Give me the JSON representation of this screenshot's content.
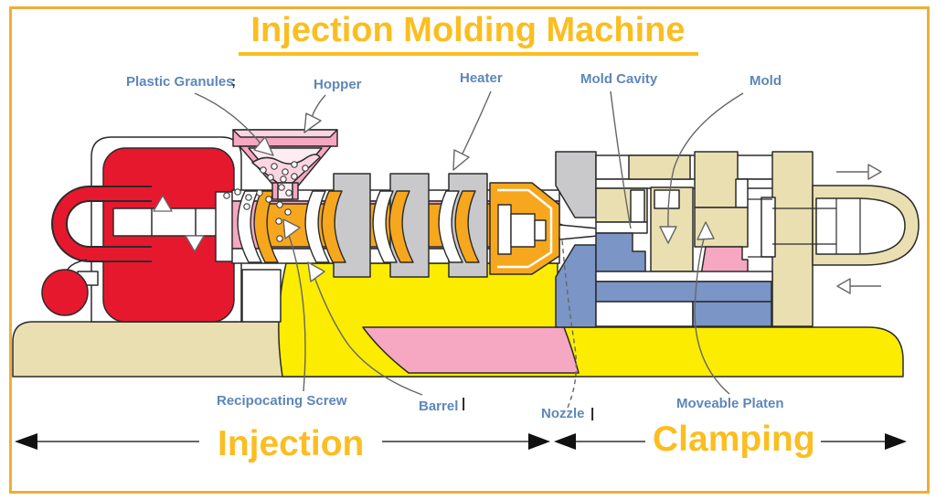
{
  "title": "Injection Molding Machine",
  "labels": {
    "plastic_granules": "Plastic Granules",
    "hopper": "Hopper",
    "heater": "Heater",
    "mold_cavity": "Mold Cavity",
    "mold": "Mold",
    "reciprocating_screw": "Recipocating Screw",
    "barrel": "Barrel",
    "nozzle": "Nozzle",
    "moveable_platen": "Moveable Platen"
  },
  "artifacts": {
    "after_granules": ";",
    "after_barrel": "|",
    "after_nozzle": "|"
  },
  "sections": {
    "injection": "Injection",
    "clamping": "Clamping"
  },
  "colors": {
    "accent_orange": "#fbbe20",
    "frame_border": "#efaf35",
    "machine_red": "#e6182e",
    "molten_pink": "#f6a7c2",
    "pale_pink": "#fdecf2",
    "screw_orange": "#f6a71d",
    "base_yellow": "#fbec00",
    "platen_tan": "#eadfb0",
    "clamp_blue": "#7a95c6",
    "heater_gray": "#c9c9cc",
    "label_blue": "#5d87ba",
    "outline_dark": "#2b2b2b"
  }
}
